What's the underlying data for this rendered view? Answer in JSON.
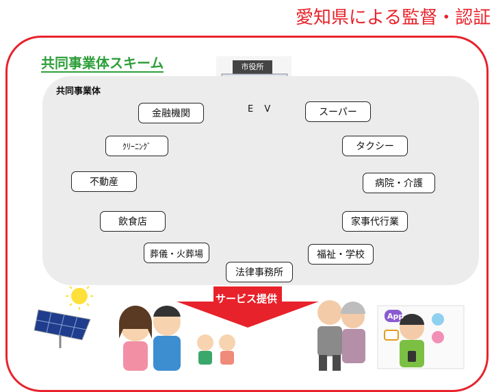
{
  "header": {
    "title": "愛知県による監督・認証"
  },
  "scheme": {
    "title": "共同事業体スキーム",
    "panel_label": "共同事業体"
  },
  "center": {
    "city_hall_sign": "市役所",
    "ev_label": "E V"
  },
  "nodes": {
    "left": [
      "金融機関",
      "ｸﾘｰﾆﾝｸﾞ",
      "不動産",
      "飲食店",
      "葬儀・火葬場"
    ],
    "bottom": "法律事務所",
    "right": [
      "スーパー",
      "タクシー",
      "病院・介護",
      "家事代行業",
      "福祉・学校"
    ]
  },
  "arrow": {
    "label": "サービス提供"
  },
  "illustrations": {
    "app_badge": "App"
  },
  "colors": {
    "brand_red": "#e8222b",
    "scheme_green": "#2e9e3a",
    "panel_gray": "#ececec",
    "cycle_yellow": "#e9ef1a"
  }
}
